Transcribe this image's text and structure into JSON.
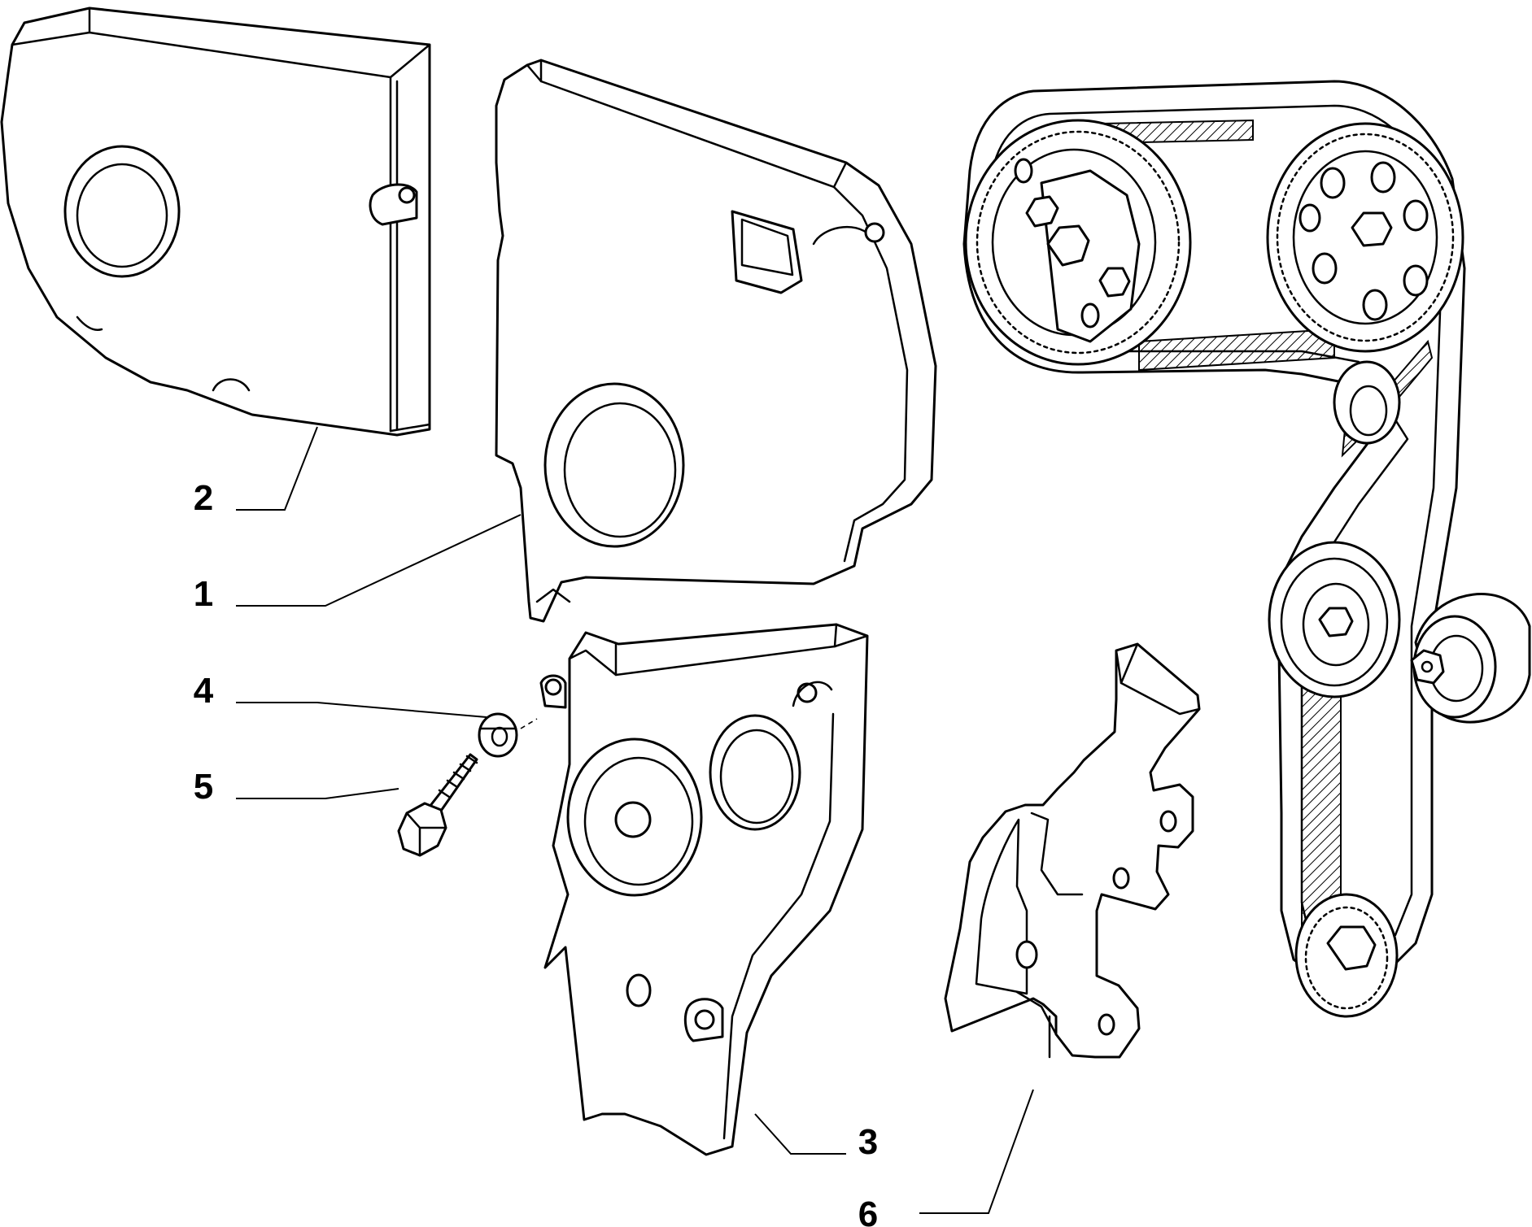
{
  "diagram": {
    "callouts": [
      {
        "id": "1",
        "label": "1"
      },
      {
        "id": "2",
        "label": "2"
      },
      {
        "id": "3",
        "label": "3"
      },
      {
        "id": "4",
        "label": "4"
      },
      {
        "id": "5",
        "label": "5"
      },
      {
        "id": "6",
        "label": "6"
      }
    ],
    "parts": [
      "timing-belt-upper-cover",
      "timing-belt-outer-cover",
      "timing-belt-lower-cover",
      "washer",
      "hex-bolt",
      "cover-bracket",
      "timing-belt-and-pulleys"
    ]
  }
}
